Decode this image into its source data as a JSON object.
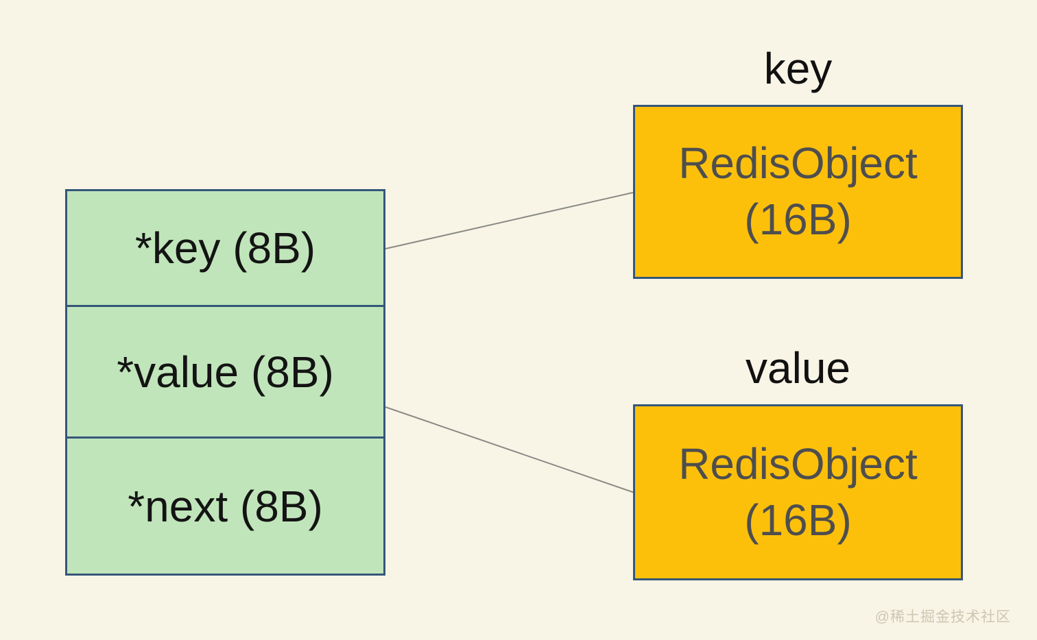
{
  "colors": {
    "background": "#f8f5e7",
    "struct_fill": "#c0e5ba",
    "object_fill": "#fcc00b",
    "box_border": "#35567a",
    "connector_line": "#8a8a84",
    "object_text": "#4e4e4e",
    "label_text": "#111111",
    "watermark_text": "#cdc7b2"
  },
  "entry_struct": {
    "rows": [
      {
        "label": "*key (8B)"
      },
      {
        "label": "*value (8B)"
      },
      {
        "label": "*next (8B)"
      }
    ]
  },
  "objects": [
    {
      "title": "key",
      "name": "RedisObject",
      "size": "(16B)"
    },
    {
      "title": "value",
      "name": "RedisObject",
      "size": "(16B)"
    }
  ],
  "watermark": "@稀土掘金技术社区"
}
